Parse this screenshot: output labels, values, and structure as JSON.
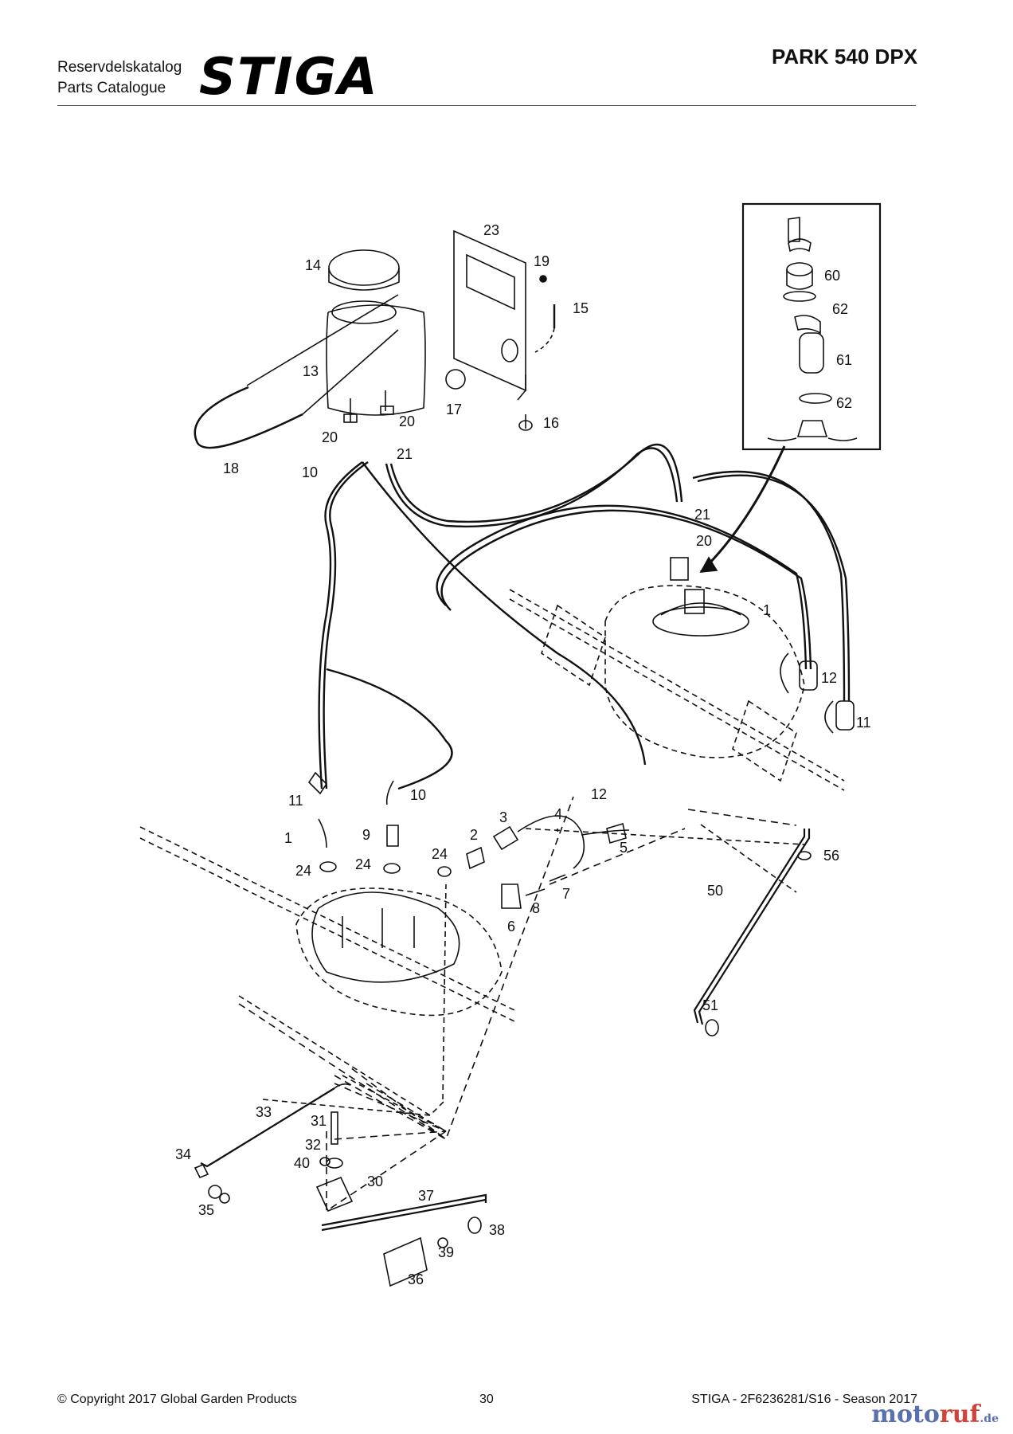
{
  "header": {
    "catalog_sv": "Reservdelskatalog",
    "catalog_en": "Parts Catalogue",
    "brand": "STIGA",
    "model": "PARK 540 DPX"
  },
  "footer": {
    "copyright": "© Copyright 2017 Global Garden Products",
    "page": "30",
    "doc_ref": "STIGA - 2F6236281/S16 - Season 2017"
  },
  "watermark": {
    "part1": "moto",
    "part2": "ruf",
    "part3": ".de"
  },
  "callouts": {
    "c1a": "1",
    "c1b": "1",
    "c2": "2",
    "c3": "3",
    "c4": "4",
    "c5": "5",
    "c6": "6",
    "c7": "7",
    "c8": "8",
    "c9": "9",
    "c10a": "10",
    "c10b": "10",
    "c11a": "11",
    "c11b": "11",
    "c12a": "12",
    "c12b": "12",
    "c13": "13",
    "c14": "14",
    "c15": "15",
    "c16": "16",
    "c17": "17",
    "c18": "18",
    "c19": "19",
    "c20a": "20",
    "c20b": "20",
    "c20c": "20",
    "c21a": "21",
    "c21b": "21",
    "c23": "23",
    "c24a": "24",
    "c24b": "24",
    "c24c": "24",
    "c30": "30",
    "c31": "31",
    "c32": "32",
    "c33": "33",
    "c34": "34",
    "c35": "35",
    "c36": "36",
    "c37": "37",
    "c38": "38",
    "c39": "39",
    "c40": "40",
    "c50": "50",
    "c51": "51",
    "c56": "56",
    "c60": "60",
    "c61": "61",
    "c62a": "62",
    "c62b": "62"
  }
}
